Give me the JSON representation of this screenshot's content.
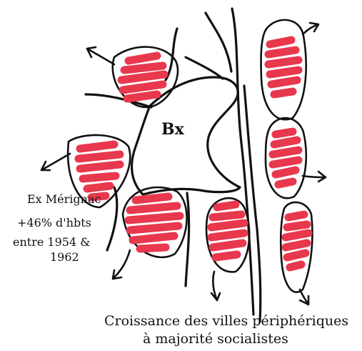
{
  "center_label": "Bx",
  "annotation": {
    "line1": "Ex Mérignac",
    "line2": "+46% d'hbts",
    "line3": "entre 1954 &",
    "line4": "1962"
  },
  "caption": {
    "line1": "Croissance des villes périphériques",
    "line2": "à majorité socialistes"
  },
  "colors": {
    "ink": "#111111",
    "fill": "#e8384d"
  }
}
